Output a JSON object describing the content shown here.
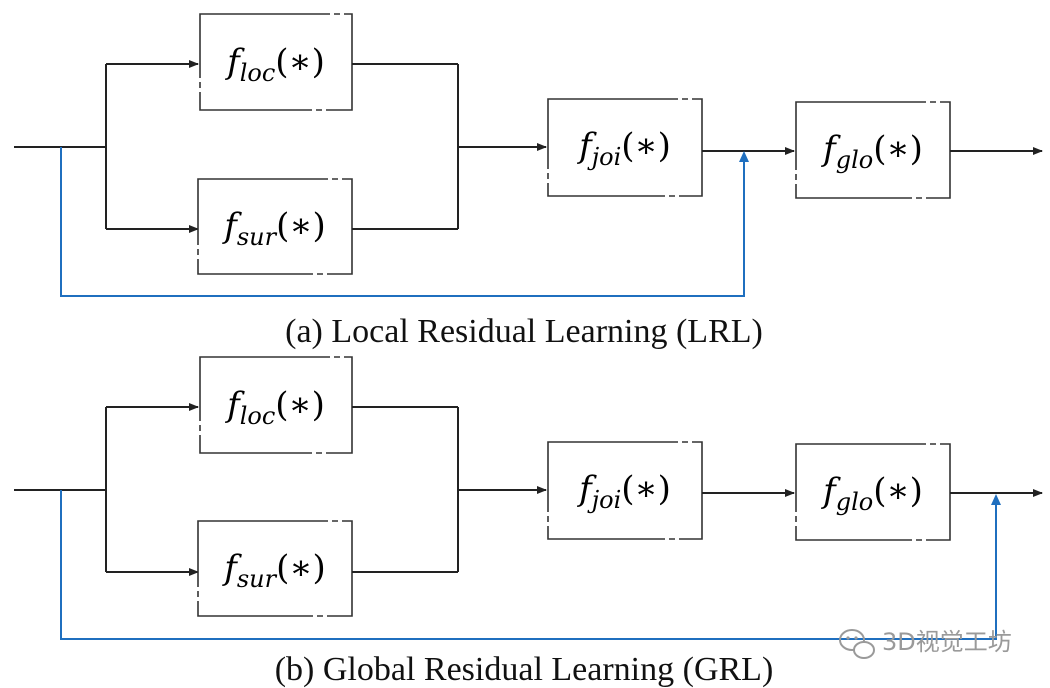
{
  "diagrams": [
    {
      "caption": "(a) Local Residual Learning (LRL)",
      "boxes": {
        "loc": {
          "f": "f",
          "sub": "loc",
          "arg": "(∗)"
        },
        "sur": {
          "f": "f",
          "sub": "sur",
          "arg": "(∗)"
        },
        "joi": {
          "f": "f",
          "sub": "joi",
          "arg": "(∗)"
        },
        "glo": {
          "f": "f",
          "sub": "glo",
          "arg": "(∗)"
        }
      },
      "skip_target": "between fjoi and fglo"
    },
    {
      "caption": "(b) Global Residual Learning (GRL)",
      "boxes": {
        "loc": {
          "f": "f",
          "sub": "loc",
          "arg": "(∗)"
        },
        "sur": {
          "f": "f",
          "sub": "sur",
          "arg": "(∗)"
        },
        "joi": {
          "f": "f",
          "sub": "joi",
          "arg": "(∗)"
        },
        "glo": {
          "f": "f",
          "sub": "glo",
          "arg": "(∗)"
        }
      },
      "skip_target": "after fglo"
    }
  ],
  "watermark": {
    "text": "3D视觉工坊",
    "icon": "wechat-icon"
  },
  "colors": {
    "line": "#222222",
    "skip": "#1f6fbf",
    "box_border": "#333333",
    "watermark": "#9a9a9a"
  }
}
